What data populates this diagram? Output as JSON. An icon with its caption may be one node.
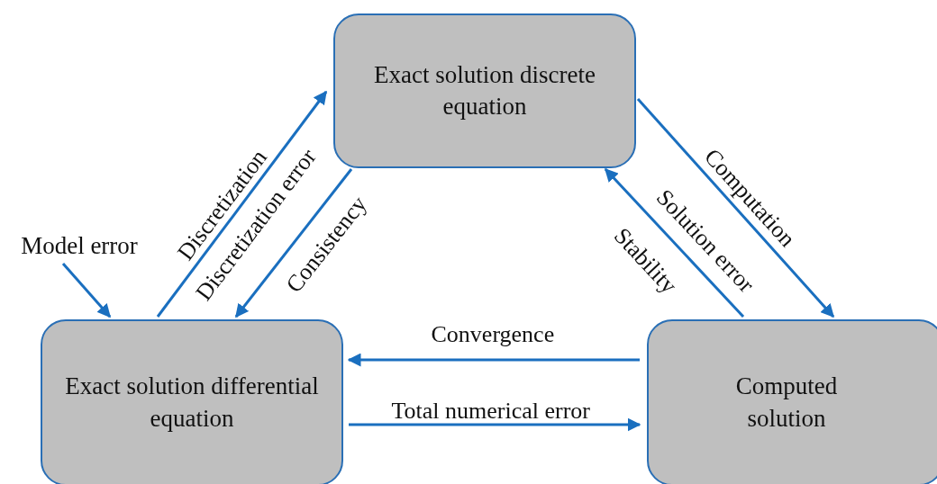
{
  "diagram": {
    "nodes": [
      {
        "text": [
          "Exact solution discrete equation"
        ]
      },
      {
        "text": [
          "Exact solution differential equation"
        ]
      },
      {
        "text": [
          "Computed solution"
        ]
      },
      {
        "text": [
          "Model error"
        ]
      }
    ],
    "edges": [
      {
        "from": 1,
        "to": 0,
        "arrow": "to",
        "label": "Discretization"
      },
      {
        "from": 0,
        "to": 1,
        "arrow": "to",
        "label": "Consistency"
      },
      {
        "from": 0,
        "to": 2,
        "arrow": "to",
        "label": "Computation"
      },
      {
        "from": 2,
        "to": 0,
        "arrow": "to",
        "label": "Solution error"
      },
      {
        "from": 2,
        "to": 1,
        "arrow": "to",
        "label": "Convergence"
      },
      {
        "from": 1,
        "to": 2,
        "arrow": "to",
        "label": "Total numerical error"
      },
      {
        "from": 3,
        "to": 1,
        "arrow": "to"
      }
    ],
    "labels": [
      "Discretization error",
      "Stability"
    ]
  }
}
